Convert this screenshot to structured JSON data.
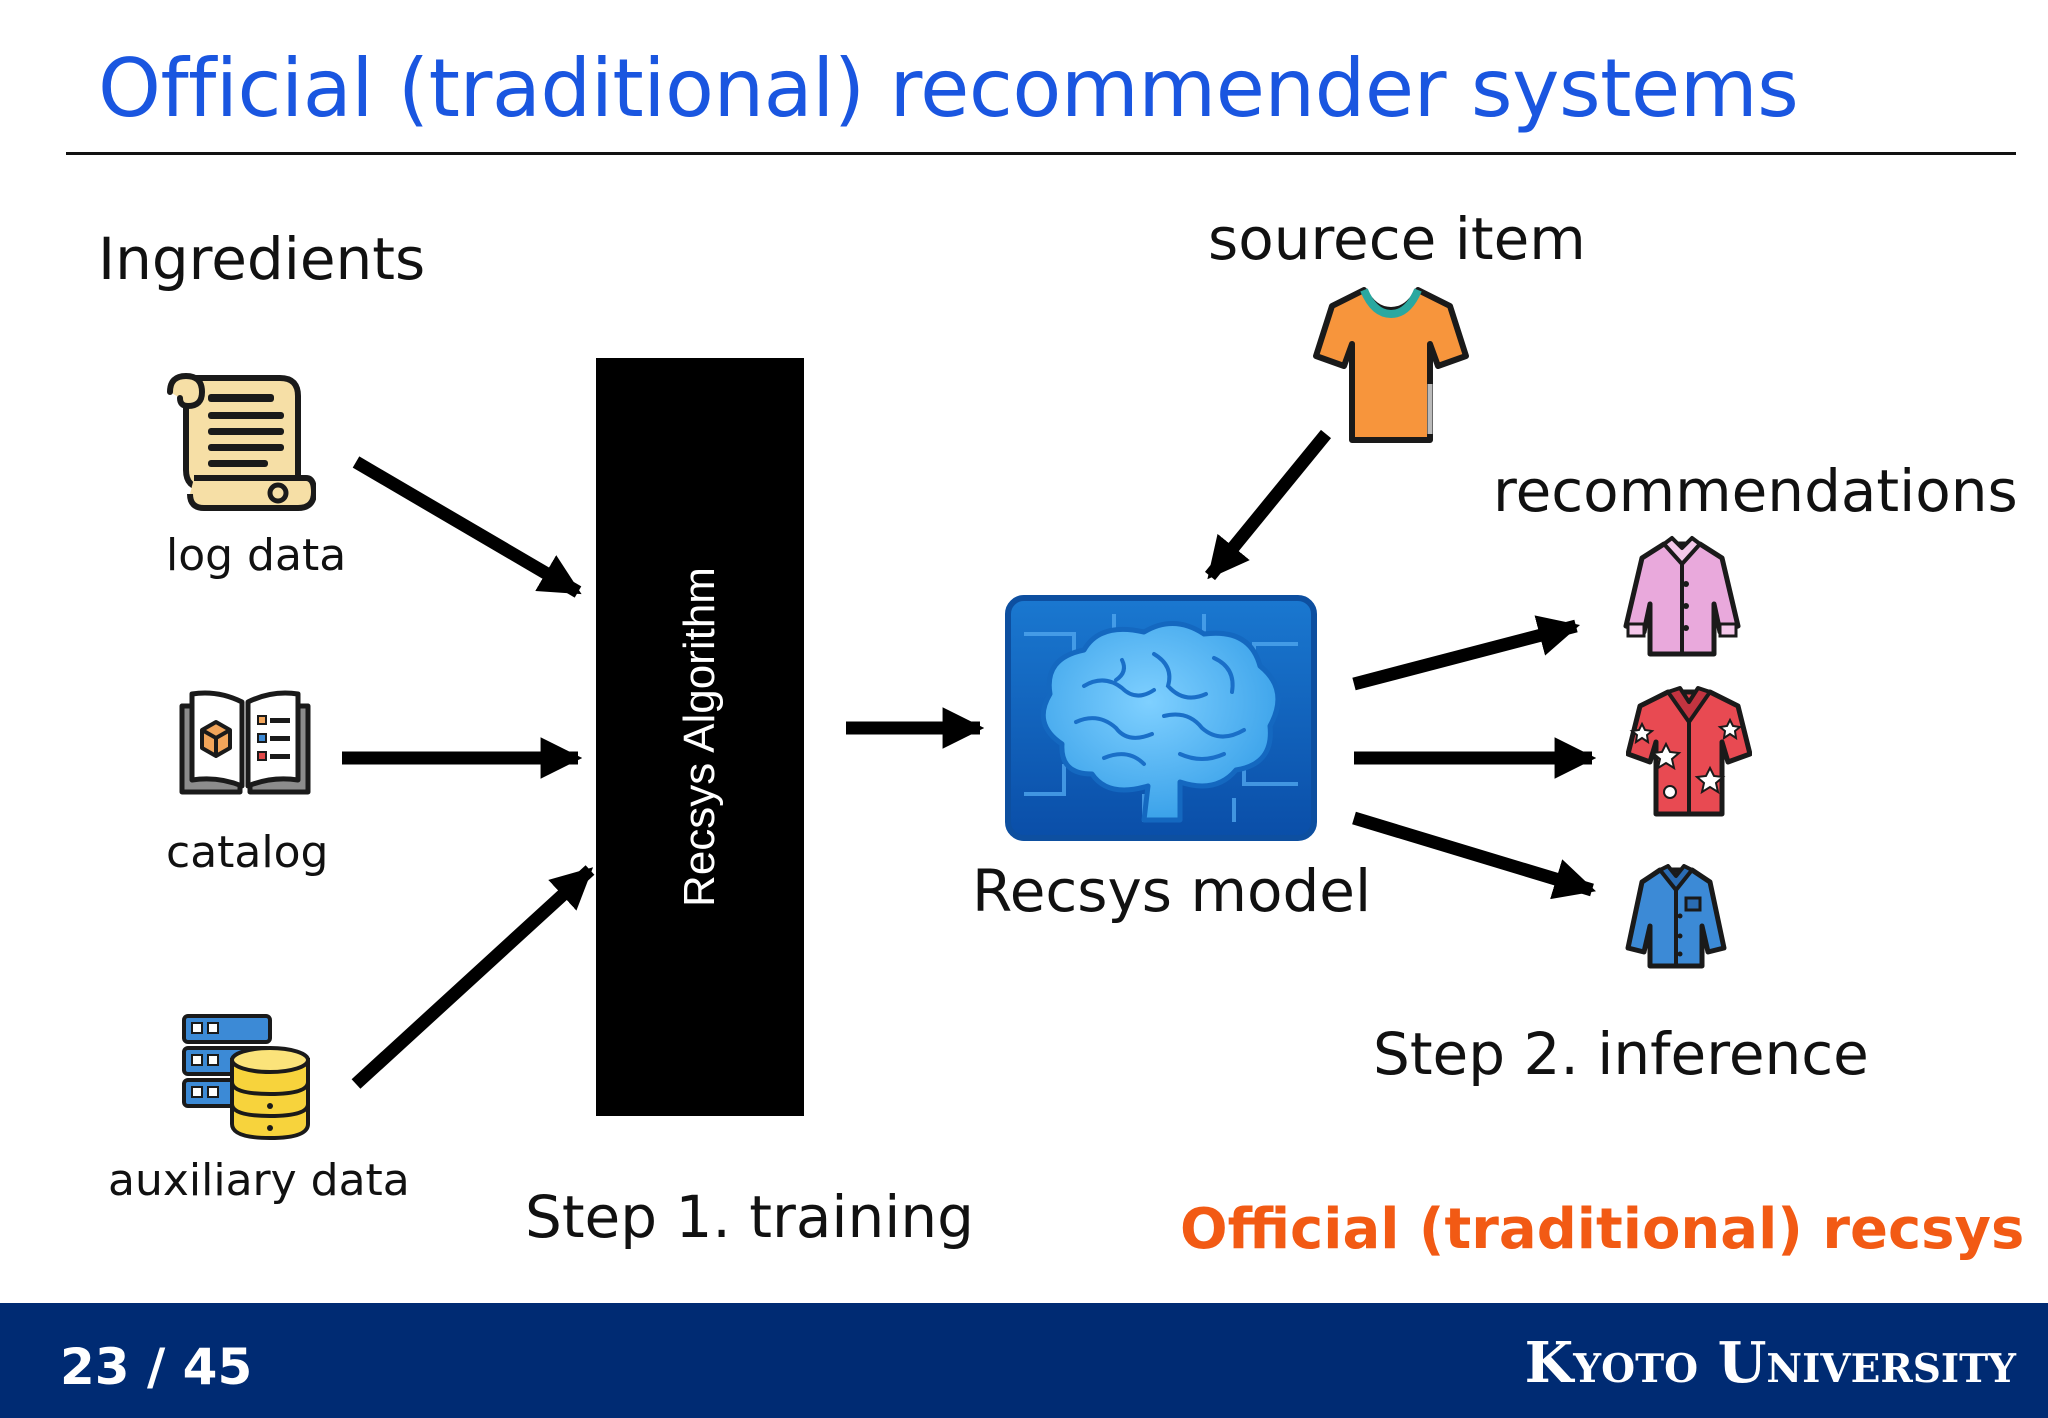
{
  "slide": {
    "title": "Official (traditional) recommender systems",
    "page_number": "23 / 45",
    "institution": "Kyoto University"
  },
  "diagram": {
    "ingredients_heading": "Ingredients",
    "inputs": [
      {
        "label": "log data",
        "icon": "scroll-icon"
      },
      {
        "label": "catalog",
        "icon": "catalog-book-icon"
      },
      {
        "label": "auxiliary data",
        "icon": "database-server-icon"
      }
    ],
    "algorithm_label": "Recsys Algorithm",
    "step1_label": "Step 1. training",
    "model_label": "Recsys model",
    "model_icon": "brain-chip-icon",
    "source_item_label": "sourece item",
    "source_item_icon": "orange-tshirt-icon",
    "recommendations_label": "recommendations",
    "recommendation_icons": [
      "pink-shirt-icon",
      "hawaiian-shirt-icon",
      "denim-shirt-icon"
    ],
    "step2_label": "Step 2. inference",
    "caption": "Official (traditional) recsys"
  },
  "colors": {
    "title": "#1a56e0",
    "caption": "#f25a14",
    "footer": "#002b73",
    "algorithm_box": "#000000"
  }
}
